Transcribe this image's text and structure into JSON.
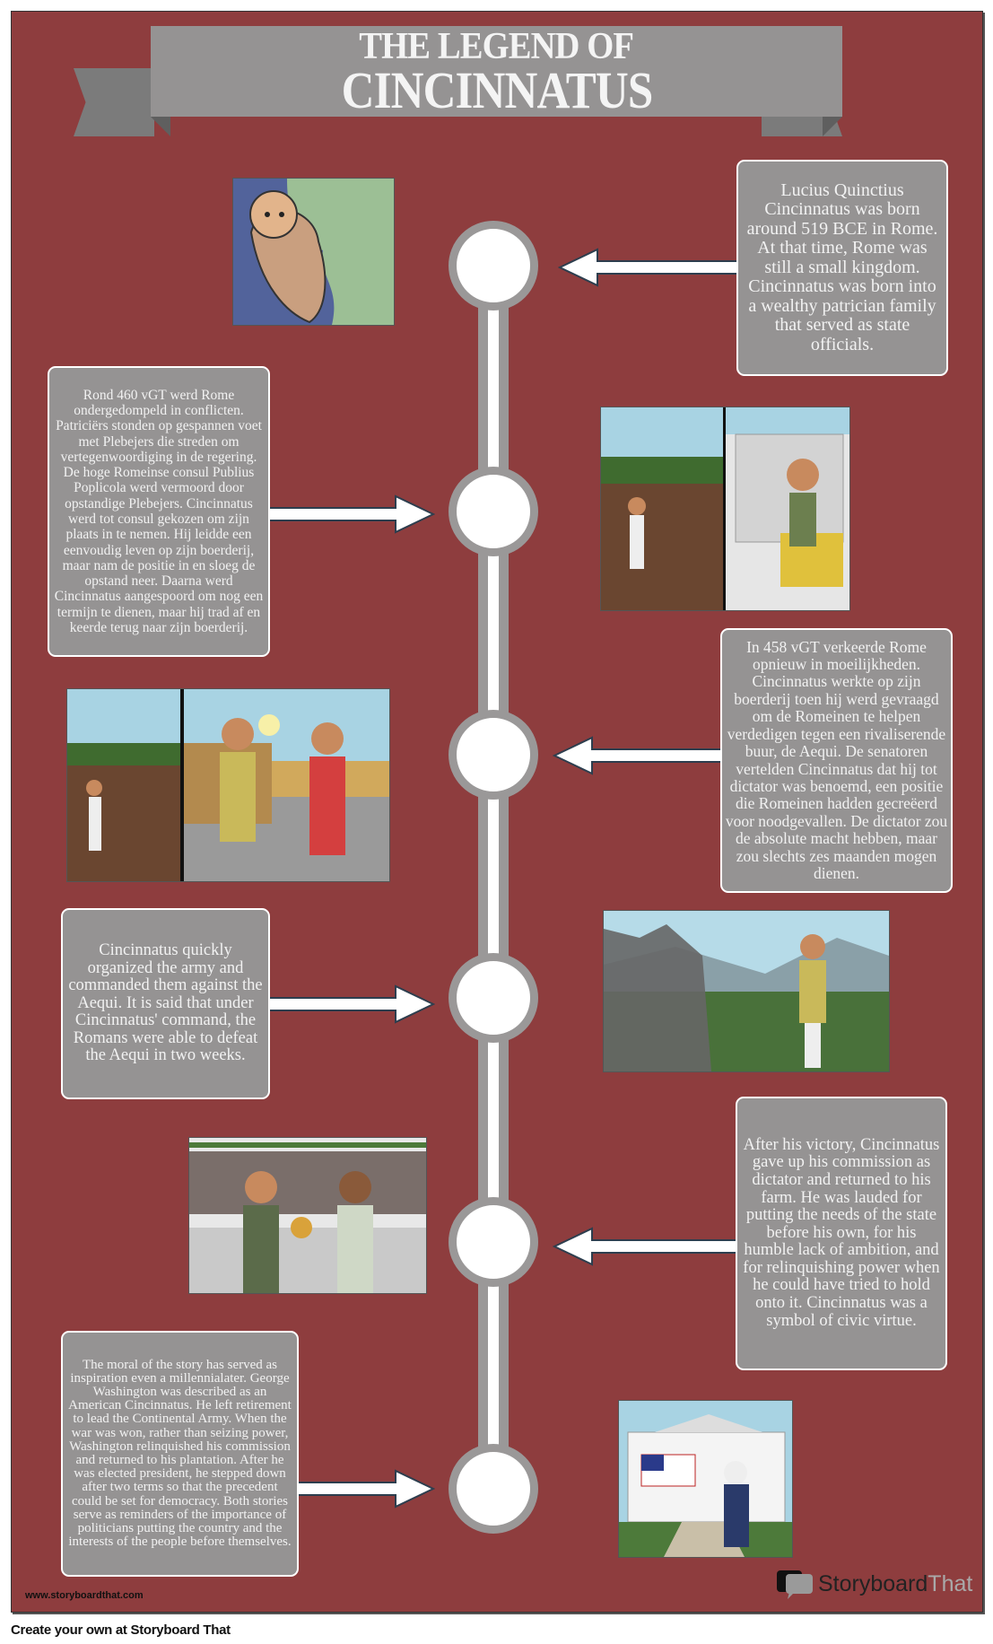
{
  "title": {
    "line1": "THE LEGEND OF",
    "line2": "CINCINNATUS"
  },
  "colors": {
    "background": "#8e3d3e",
    "box": "#959393",
    "ribbon": "#959393",
    "timeline": "#9a9898"
  },
  "events": [
    {
      "text": "Lucius Quinctius Cincinnatus was born around 519 BCE in Rome. At that time, Rome was still a small kingdom. Cincinnatus was born into a wealthy patrician family that served as state officials.",
      "image": "baby-on-map"
    },
    {
      "text": "Rond 460 vGT werd Rome ondergedompeld in conflicten. Patriciërs stonden op gespannen voet met Plebejers die streden om vertegenwoordiging in de regering. De hoge Romeinse consul Publius Poplicola werd vermoord door opstandige Plebejers. Cincinnatus werd tot consul gekozen om zijn plaats in te nemen. Hij leidde een eenvoudig leven op zijn boerderij, maar nam de positie in en sloeg de opstand neer. Daarna werd Cincinnatus aangespoord om nog een termijn te dienen, maar hij trad af en keerde terug naar zijn boerderij.",
      "image": "farm-and-consul"
    },
    {
      "text": "In 458 vGT verkeerde Rome opnieuw in moeilijkheden. Cincinnatus werkte op zijn boerderij toen hij werd gevraagd om de Romeinen te helpen verdedigen tegen een rivaliserende buur, de Aequi. De senatoren vertelden Cincinnatus dat hij tot dictator was benoemd, een positie die Romeinen hadden gecreëerd voor noodgevallen. De dictator zou de absolute macht hebben, maar zou slechts zes maanden mogen dienen.",
      "image": "farm-and-senators"
    },
    {
      "text": "Cincinnatus quickly organized the army and commanded them against the Aequi. It is said that under Cincinnatus' command, the Romans were able to defeat the Aequi in two weeks.",
      "image": "battle"
    },
    {
      "text": "After his victory, Cincinnatus gave up his commission as dictator and returned to his farm. He was lauded for putting the needs of the state before his own, for his humble lack of ambition, and for relinquishing power when he could have tried to hold onto it. Cincinnatus was a symbol of civic virtue.",
      "image": "returning-laurels"
    },
    {
      "text": "The moral of the story has served as inspiration even a millennialater. George Washington was described as an American Cincinnatus. He left retirement to lead the Continental Army. When the war was won, rather than seizing power, Washington relinquished his commission and returned to his plantation. After he was elected president, he stepped down after two terms so that the precedent could be set for democracy. Both stories serve as reminders of the importance of politicians putting the country and the interests of the people before themselves.",
      "image": "washington-mount-vernon"
    }
  ],
  "watermark": {
    "url": "www.storyboardthat.com",
    "brand_part1": "Storyboard",
    "brand_part2": "That"
  },
  "footer": {
    "cta": "Create your own at Storyboard That"
  }
}
